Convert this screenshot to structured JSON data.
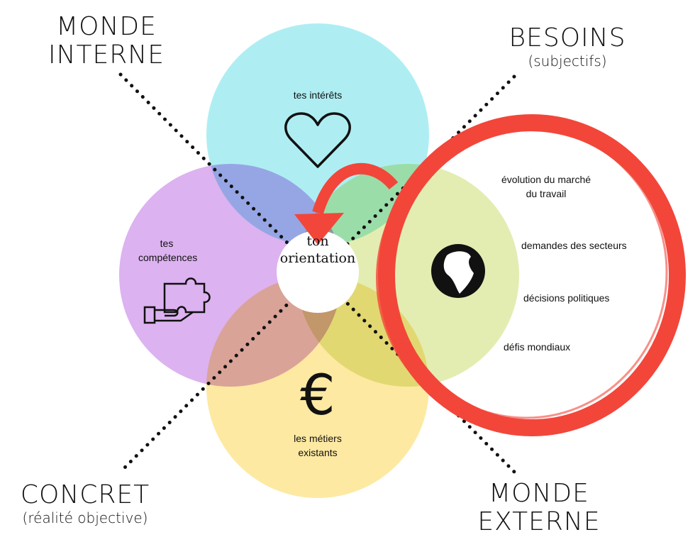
{
  "quadrants": {
    "top_left": "MONDE INTERNE",
    "top_right": "BESOINS",
    "top_right_sub": "(subjectifs)",
    "bottom_left": "CONCRET",
    "bottom_left_sub": "(réalité objective)",
    "bottom_right": "MONDE EXTERNE"
  },
  "circles": {
    "top": {
      "label": "tes intérêts",
      "icon": "heart-icon",
      "color": "#aeeef3"
    },
    "left": {
      "label": "tes compétences",
      "icon": "puzzle-hand-icon",
      "color": "#dcb2f0"
    },
    "bottom": {
      "label": "les métiers existants",
      "icon": "euro-icon",
      "color": "#fde9a2"
    },
    "right": {
      "label": "",
      "icon": "globe-icon",
      "color": "#e3edb2"
    }
  },
  "center": {
    "line1": "ton",
    "line2": "orientation"
  },
  "external_factors": [
    "évolution du marché du travail",
    "demandes des secteurs",
    "décisions politiques",
    "défis mondiaux"
  ],
  "accent_color": "#f2463a"
}
